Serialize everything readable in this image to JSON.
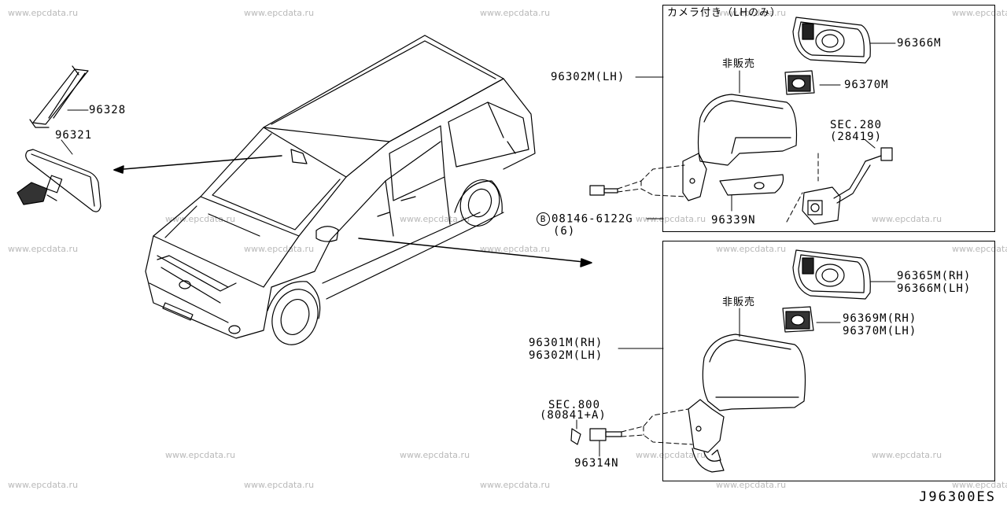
{
  "watermark_text": "www.epcdata.ru",
  "diagram_code": "J96300ES",
  "frames": {
    "top_header": "カメラ付き（LHのみ）"
  },
  "labels": {
    "p96328": "96328",
    "p96321": "96321",
    "p96302m_lh_top": "96302M(LH)",
    "p96366m_top": "96366M",
    "p96370m_top": "96370M",
    "not_for_sale_top": "非販売",
    "sec280": "SEC.280",
    "sec280_ref": "(28419)",
    "p96339n": "96339N",
    "bolt_symbol": "B",
    "bolt_part": "08146-6122G",
    "bolt_qty": "(6)",
    "p96365m_rh": "96365M(RH)",
    "p96366m_lh": "96366M(LH)",
    "not_for_sale_bottom": "非販売",
    "p96369m_rh": "96369M(RH)",
    "p96370m_lh": "96370M(LH)",
    "p96301m_rh": "96301M(RH)",
    "p96302m_lh_bottom": "96302M(LH)",
    "sec800": "SEC.800",
    "sec800_ref": "(80841+A)",
    "p96314n": "96314N"
  }
}
